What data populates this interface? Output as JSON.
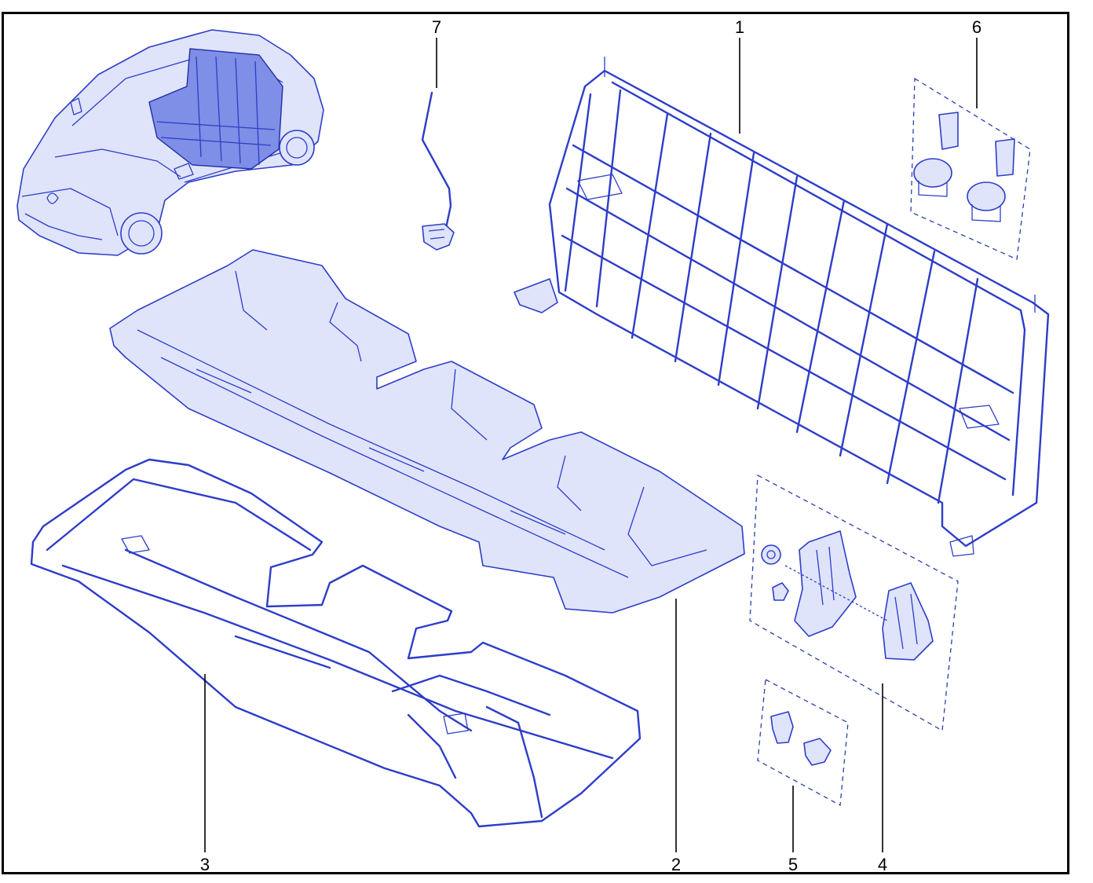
{
  "colors": {
    "frame": "#000000",
    "ink": "#2d3dc8",
    "ink_fill": "#dfe4fb",
    "background": "#ffffff"
  },
  "callouts": [
    {
      "id": "c7",
      "label": "7"
    },
    {
      "id": "c1",
      "label": "1"
    },
    {
      "id": "c6",
      "label": "6"
    },
    {
      "id": "c3",
      "label": "3"
    },
    {
      "id": "c2",
      "label": "2"
    },
    {
      "id": "c5",
      "label": "5"
    },
    {
      "id": "c4",
      "label": "4"
    }
  ]
}
